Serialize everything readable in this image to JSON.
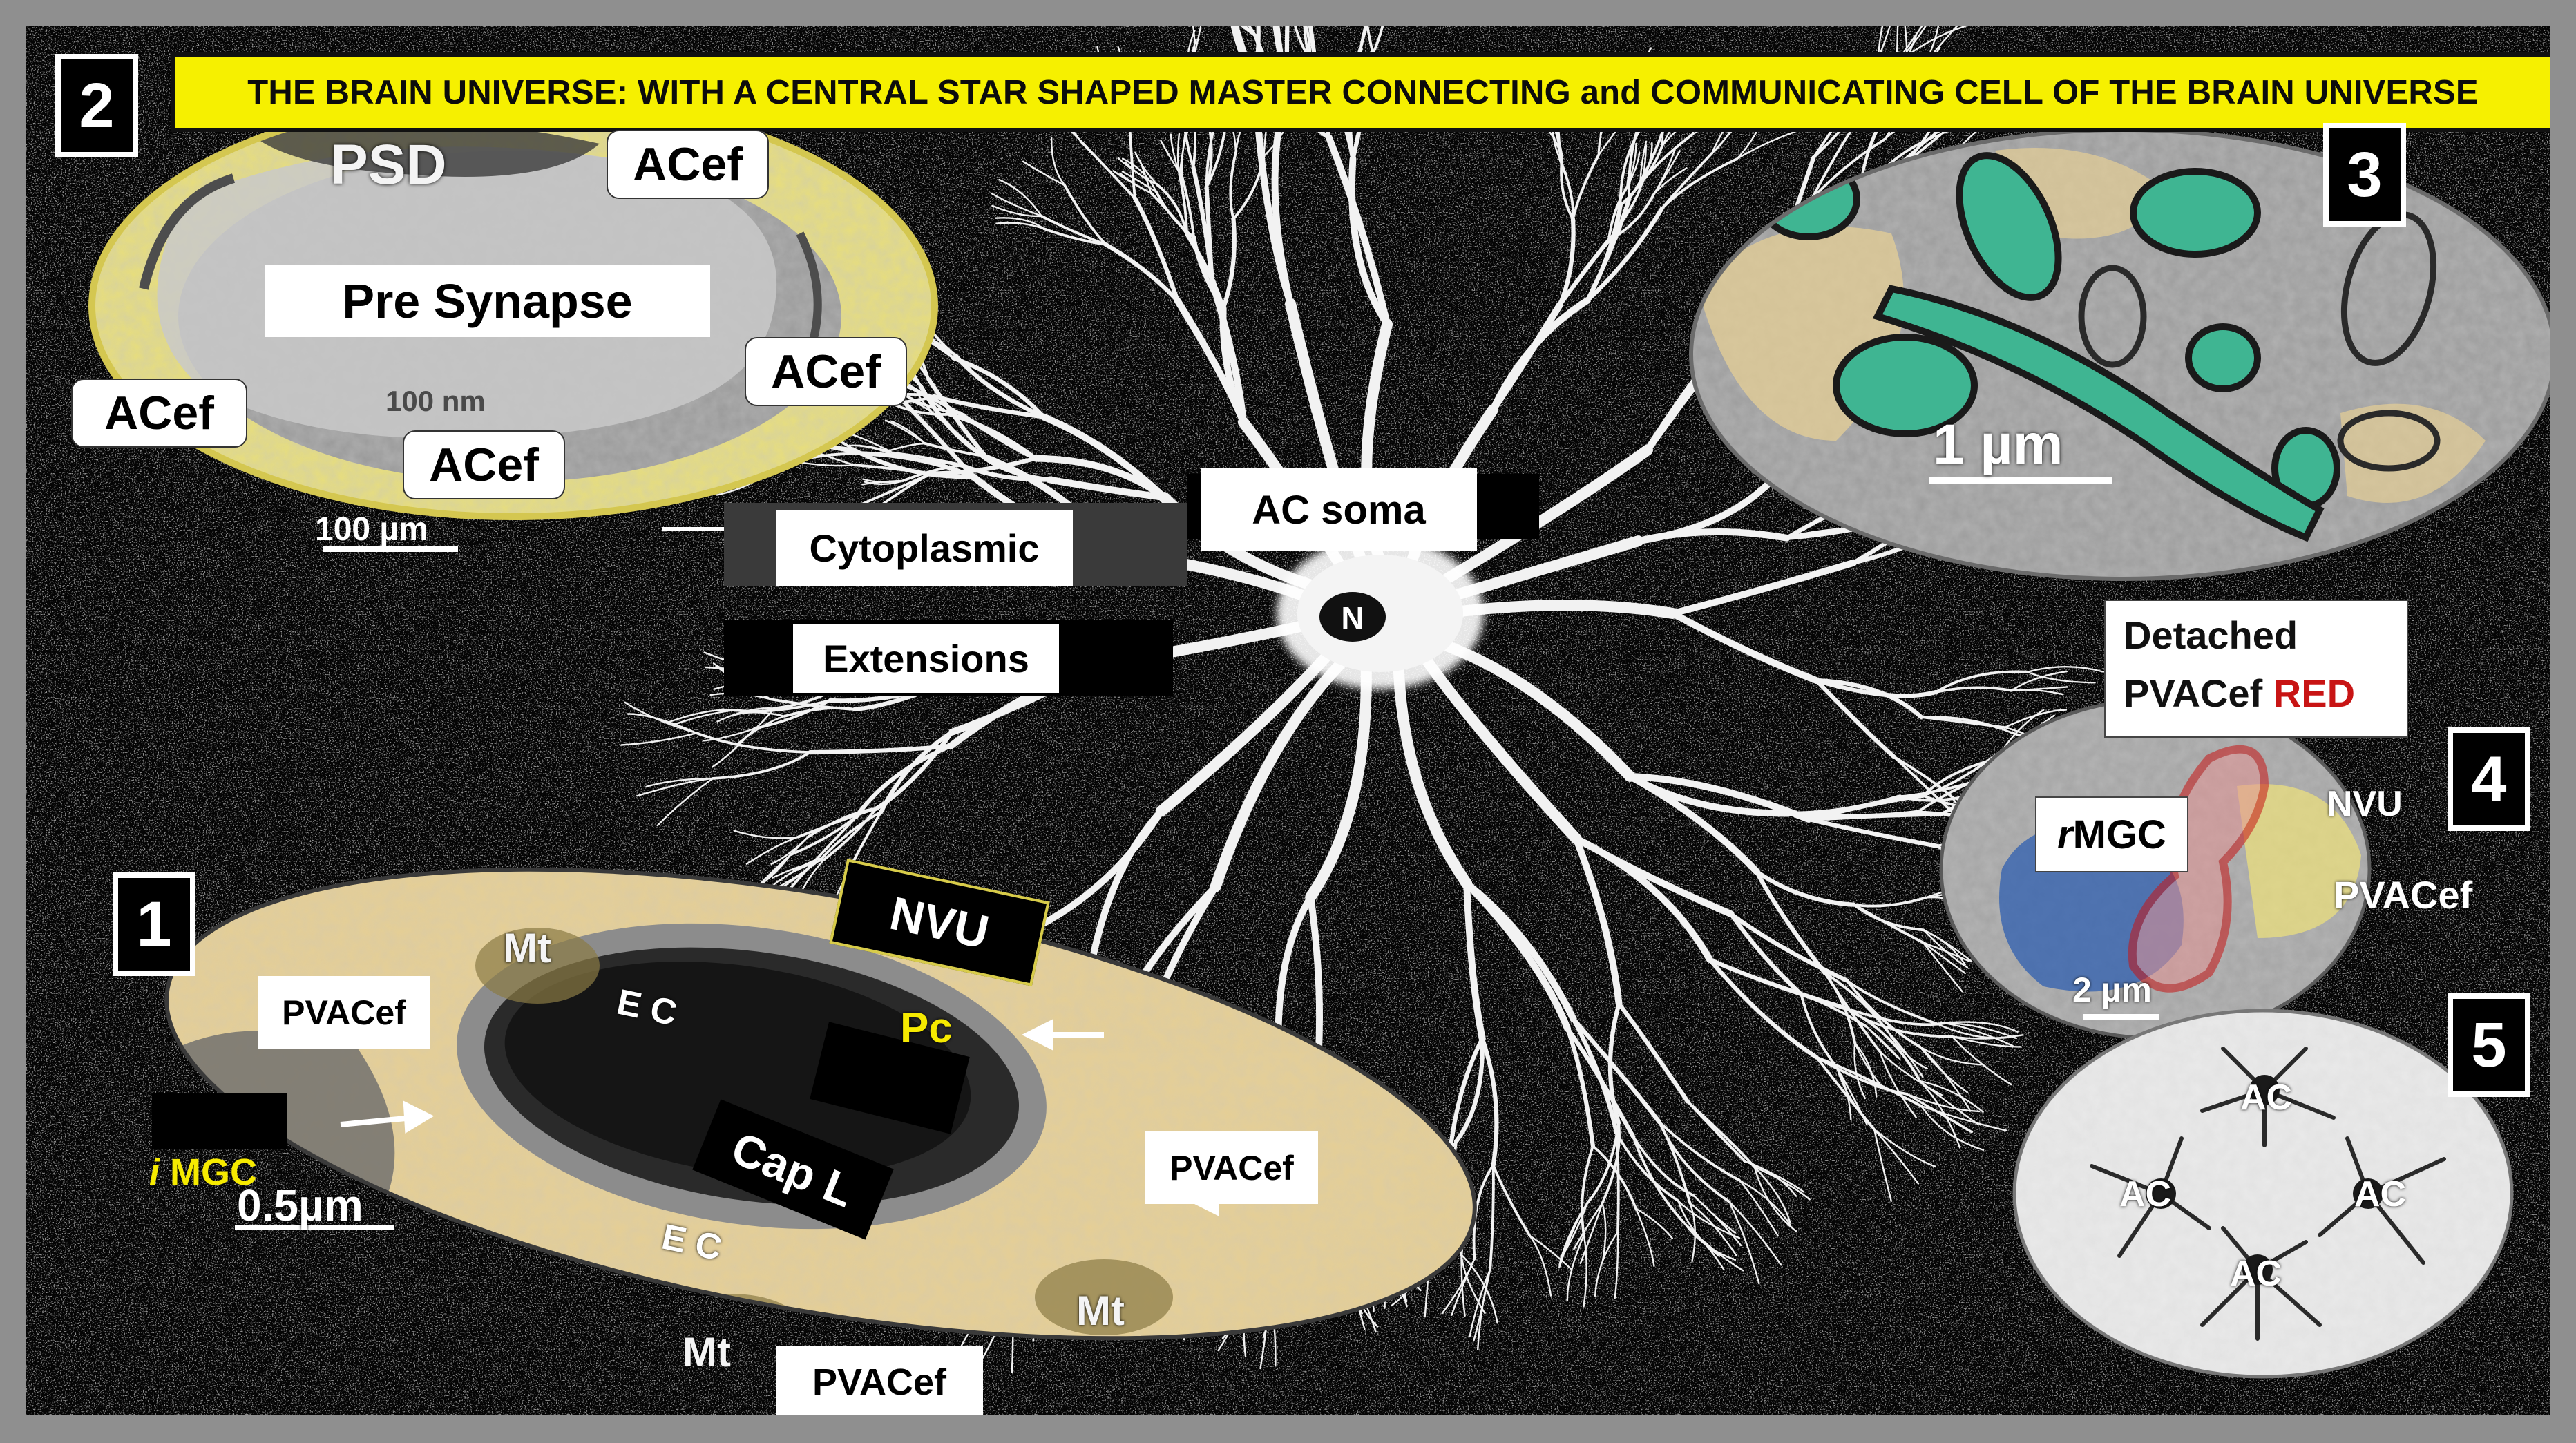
{
  "banner": {
    "title": "THE BRAIN UNIVERSE: WITH A CENTRAL STAR SHAPED MASTER CONNECTING and COMMUNICATING CELL OF THE BRAIN UNIVERSE"
  },
  "center": {
    "ac_soma": "AC soma",
    "cytoplasmic": "Cytoplasmic",
    "extensions": "Extensions",
    "nucleus": "N"
  },
  "panel1": {
    "number": "1",
    "nvu": "NVU",
    "pvacef_left": "PVACef",
    "pvacef_right": "PVACef",
    "pvacef_bottom": "PVACef",
    "mt_top": "Mt",
    "mt_bottom": "Mt",
    "mt_right": "Mt",
    "ec_top": "E C",
    "ec_bottom": "E C",
    "pc": "Pc",
    "cap_l": "Cap  L",
    "imgc_i": "i",
    "imgc": "MGC",
    "scale": "0.5µm"
  },
  "panel2": {
    "number": "2",
    "psd": "PSD",
    "pre_synapse": "Pre Synapse",
    "acef_1": "ACef",
    "acef_2": "ACef",
    "acef_3": "ACef",
    "acef_4": "ACef",
    "scale_nm": "100 nm",
    "scale_um": "100 µm"
  },
  "panel3": {
    "number": "3",
    "scale": "1 µm"
  },
  "panel4": {
    "number": "4",
    "detached_line1": "Detached",
    "detached_line2_a": "PVACef ",
    "detached_line2_b": "RED",
    "rmgc_r": "r",
    "rmgc": "MGC",
    "nvu": "NVU",
    "pvacef": "PVACef",
    "scale": "2 µm"
  },
  "panel5": {
    "number": "5",
    "ac_top": "AC",
    "ac_left": "AC",
    "ac_right": "AC",
    "ac_bottom": "AC"
  },
  "colors": {
    "banner": "#f6f000",
    "yellow_overlay": "#efe27a",
    "tan_overlay": "#e6cf95",
    "green_organelles": "#3fb592",
    "red_outline": "#c81414",
    "blue_region": "#2f5fb0"
  }
}
